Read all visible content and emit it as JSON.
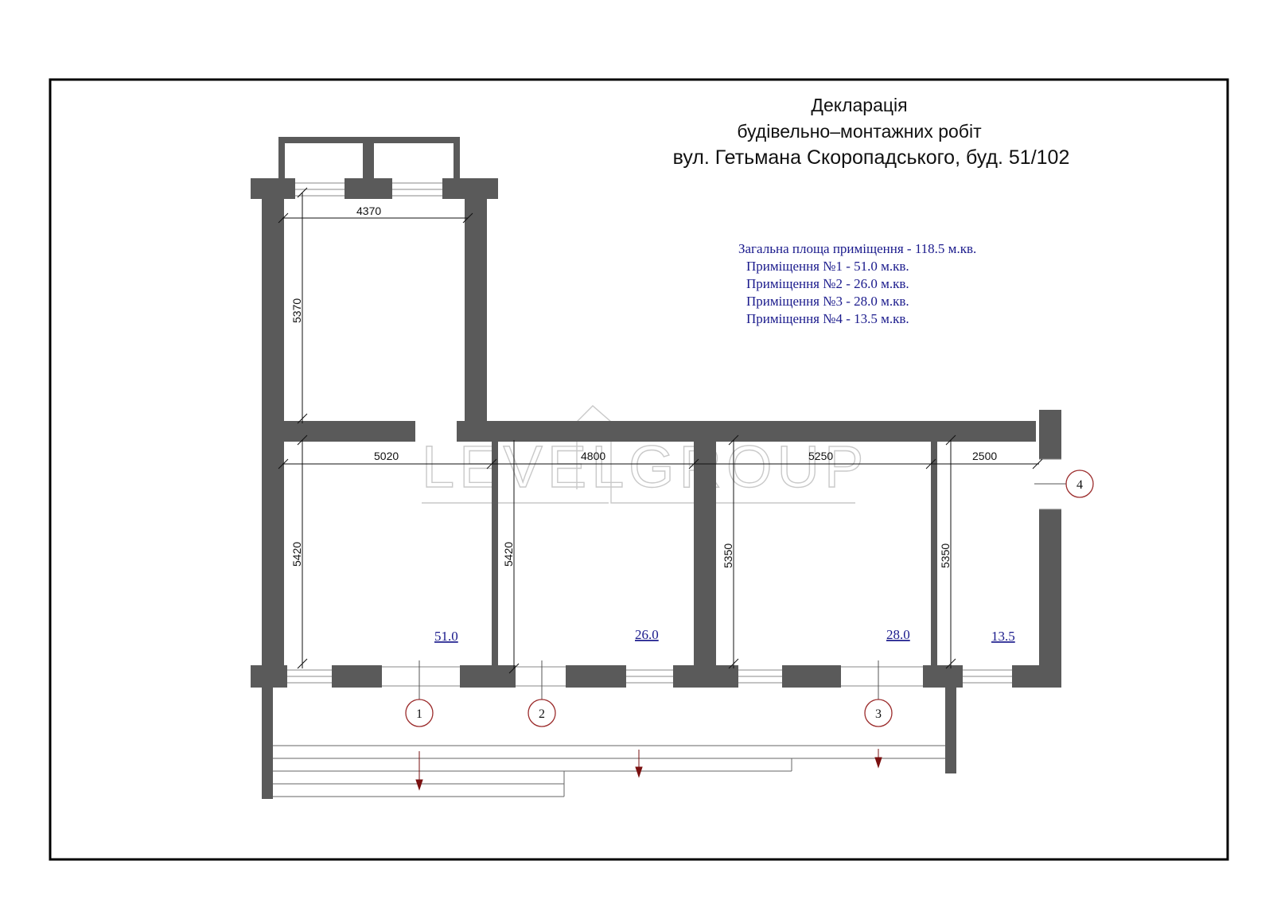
{
  "title": {
    "line1": "Декларація",
    "line2": "будівельно–монтажних робіт",
    "line3": "вул. Гетьмана Скоропадського, буд. 51/102"
  },
  "areas": {
    "total": "Загальна площа приміщення - 118.5 м.кв.",
    "rooms": [
      "Приміщення №1 - 51.0 м.кв.",
      "Приміщення №2 - 26.0 м.кв.",
      "Приміщення №3 - 28.0 м.кв.",
      "Приміщення №4 - 13.5 м.кв."
    ]
  },
  "room_labels": [
    "51.0",
    "26.0",
    "28.0",
    "13.5"
  ],
  "dimensions": {
    "top_width": "4370",
    "top_height": "5370",
    "room1_width": "5020",
    "room2_width": "4800",
    "room3_width": "5250",
    "room4_width": "2500",
    "room1_height": "5420",
    "room2_height": "5420",
    "room3_height": "5350",
    "room4_height": "5350"
  },
  "axes": [
    "1",
    "2",
    "3",
    "4"
  ],
  "watermark": {
    "left": "LEVEL",
    "right": "GROUP"
  },
  "colors": {
    "wall": "#5a5a5a",
    "frame": "#000000",
    "area_text": "#1a1a8c",
    "axis_circle": "#9b2b2b",
    "arrow": "#7a1010"
  }
}
